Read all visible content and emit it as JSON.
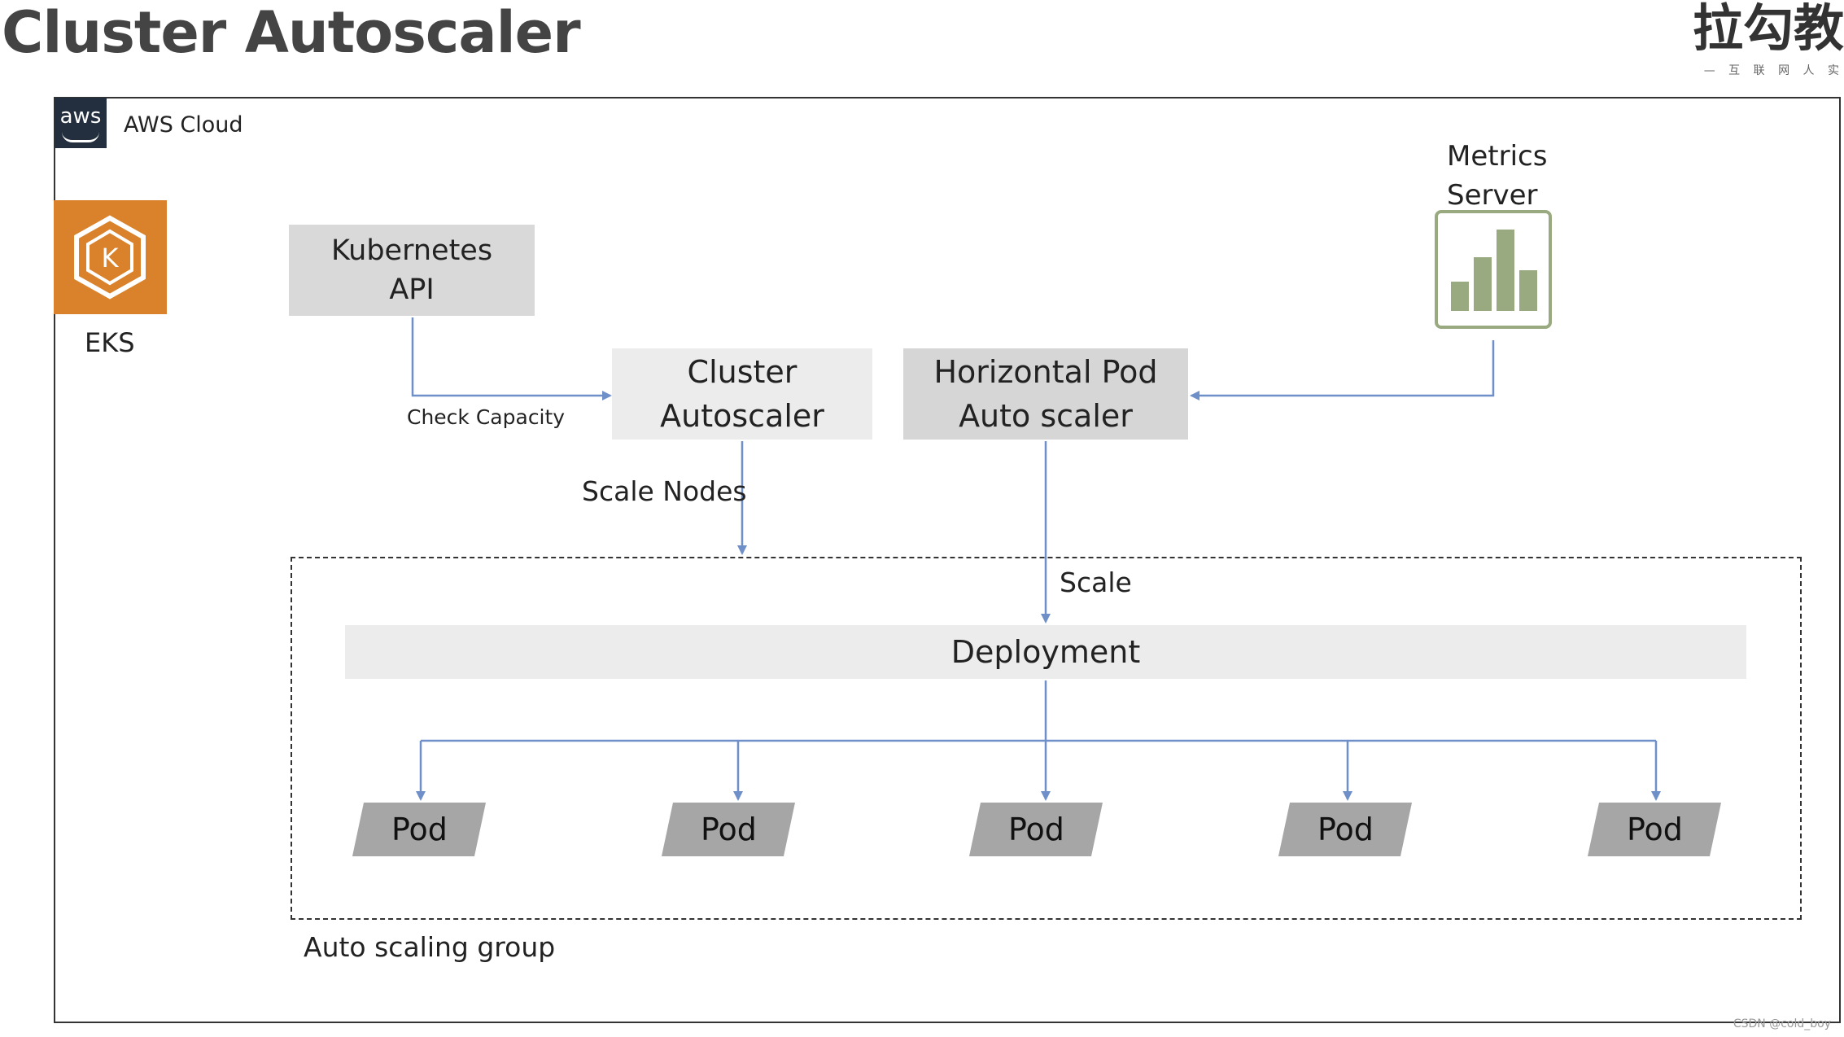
{
  "header": {
    "title": "Cluster Autoscaler",
    "logo_text": "拉勾教",
    "logo_sub": "— 互 联 网 人 实"
  },
  "cloud": {
    "aws_badge": "aws",
    "label": "AWS Cloud"
  },
  "eks": {
    "label": "EKS",
    "icon": "kubernetes-icon"
  },
  "nodes": {
    "kubernetes_api": "Kubernetes\nAPI",
    "cluster_autoscaler": "Cluster\nAutoscaler",
    "hpa": "Horizontal Pod\nAuto scaler",
    "metrics_server": "Metrics\nServer",
    "deployment": "Deployment",
    "pods": [
      "Pod",
      "Pod",
      "Pod",
      "Pod",
      "Pod"
    ],
    "auto_scaling_group": "Auto scaling group"
  },
  "edges": {
    "check_capacity": "Check Capacity",
    "scale_nodes": "Scale Nodes",
    "scale": "Scale"
  },
  "colors": {
    "arrow": "#6f8fc9",
    "eks": "#d9822b",
    "pod": "#a6a6a6",
    "metrics_bar": "#9aaa80"
  },
  "watermark": "CSDN @cold_boy"
}
